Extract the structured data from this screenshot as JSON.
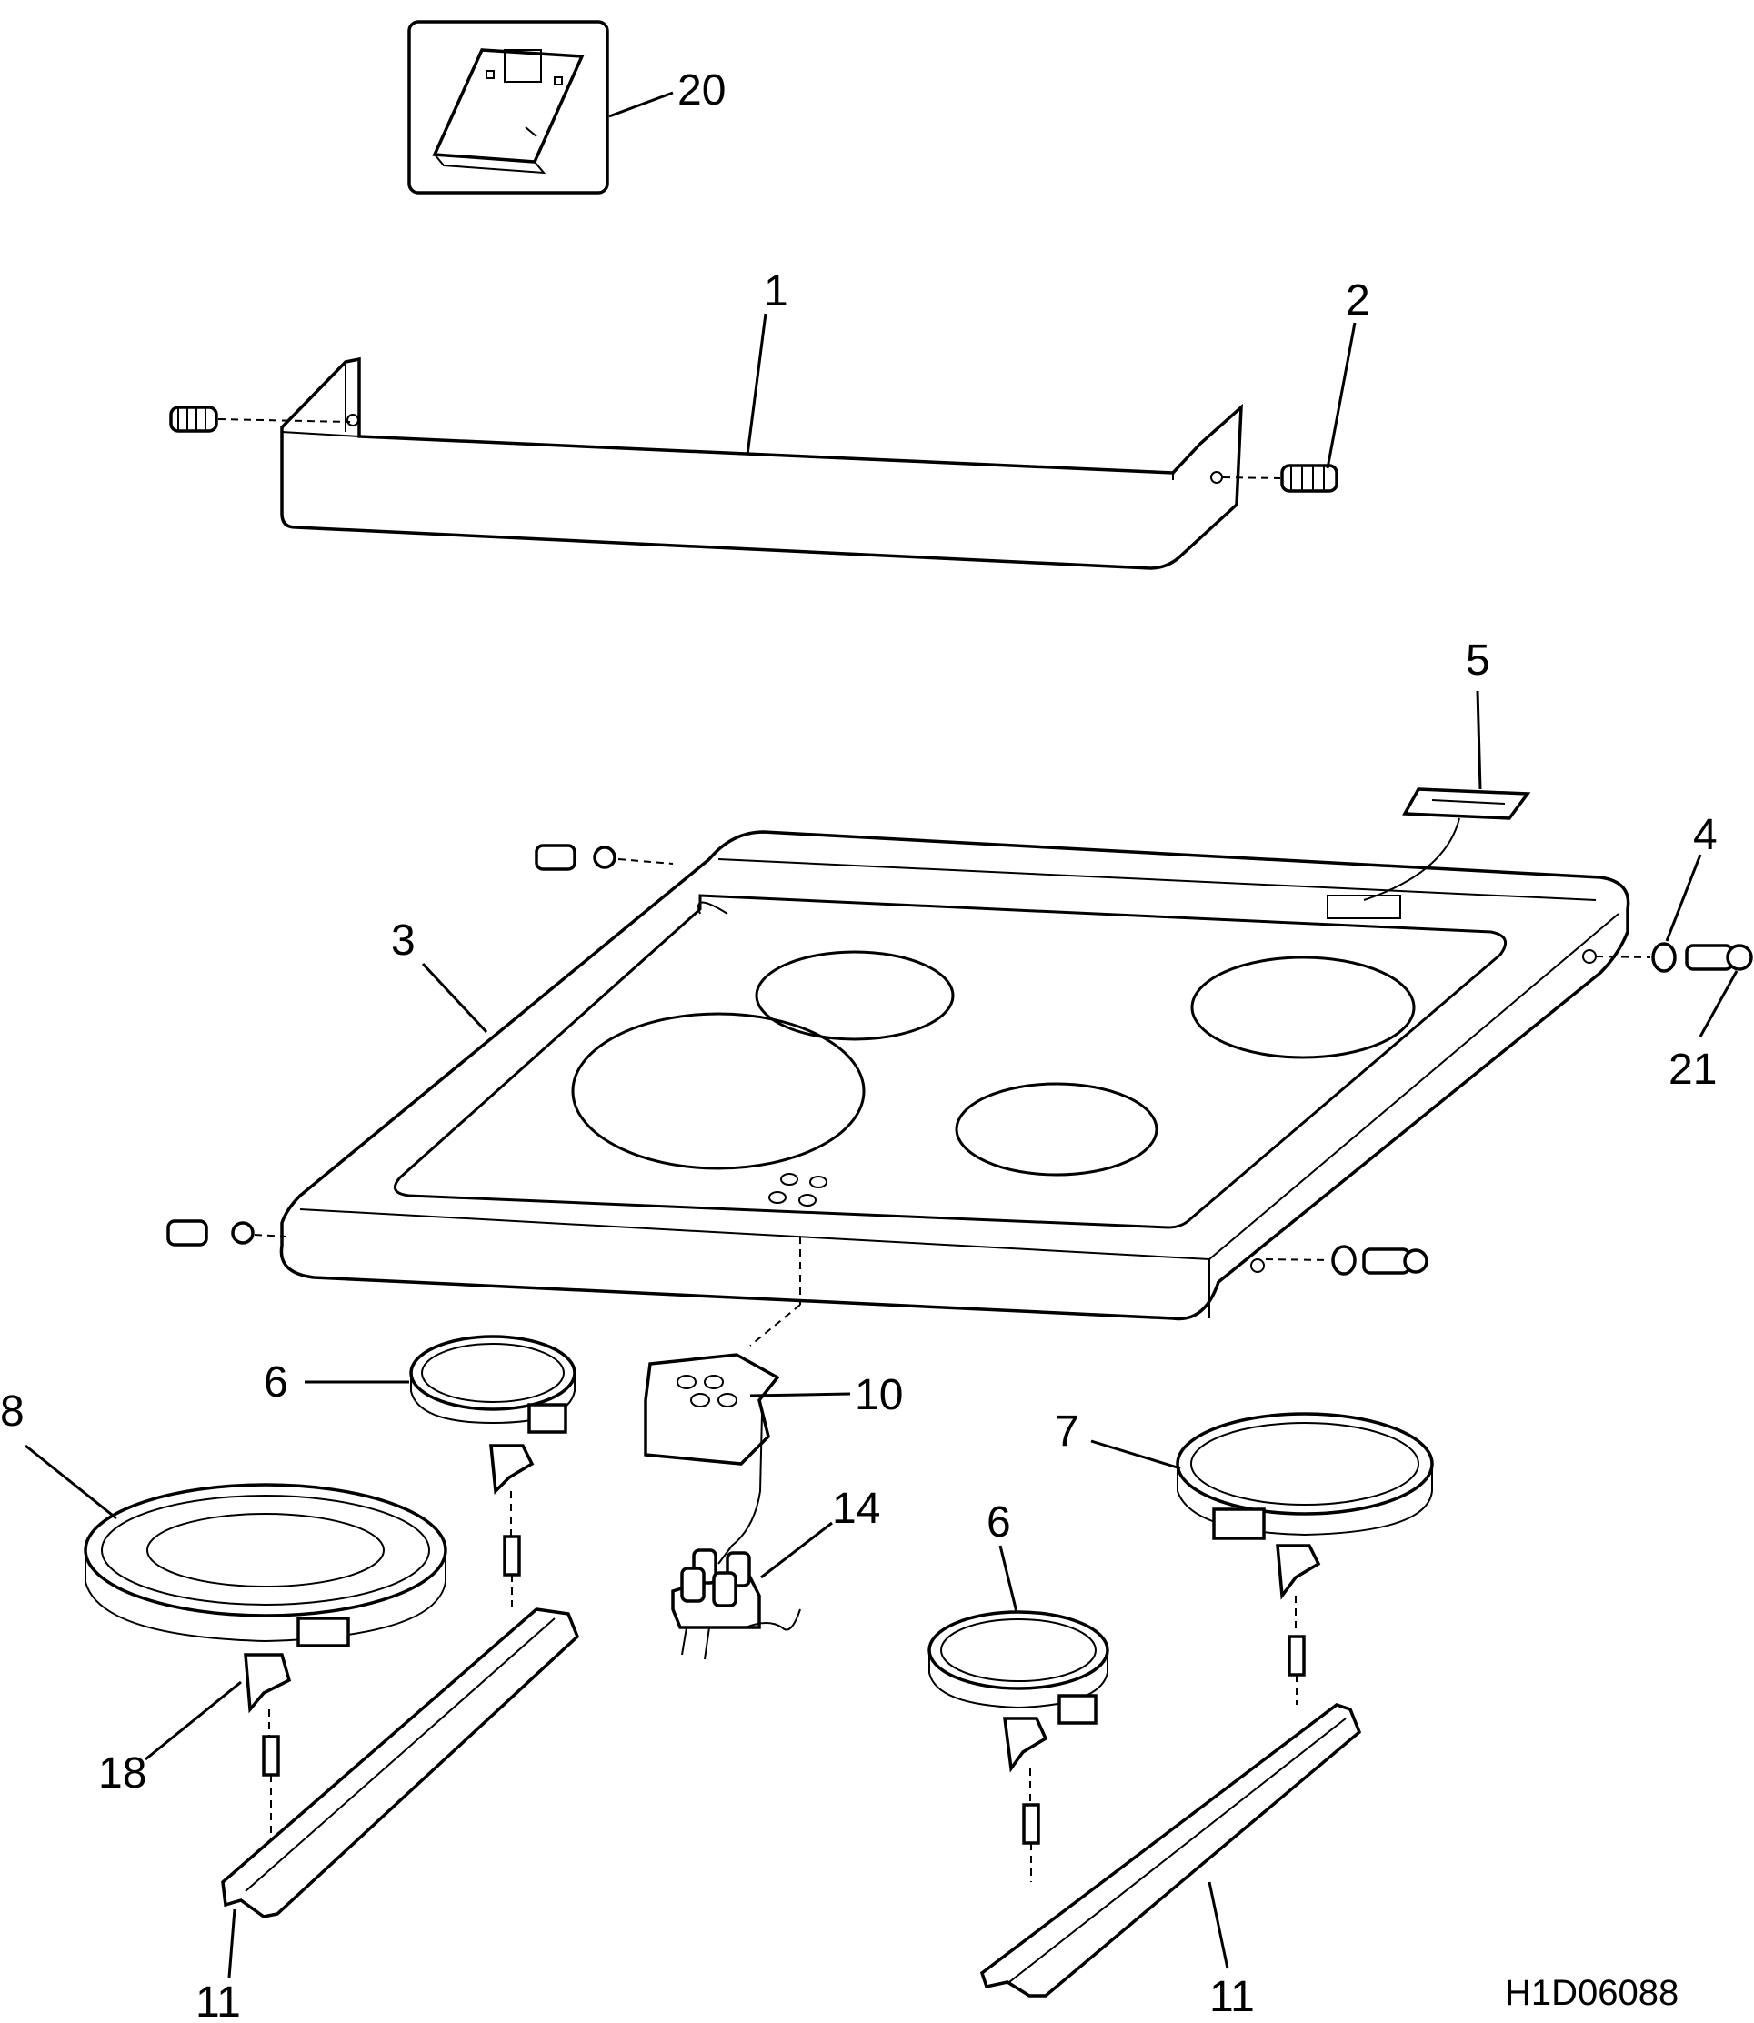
{
  "diagram_code": "H1D06088",
  "callouts": [
    {
      "id": "20",
      "text": "20"
    },
    {
      "id": "1",
      "text": "1"
    },
    {
      "id": "2",
      "text": "2"
    },
    {
      "id": "5",
      "text": "5"
    },
    {
      "id": "4",
      "text": "4"
    },
    {
      "id": "3",
      "text": "3"
    },
    {
      "id": "21",
      "text": "21"
    },
    {
      "id": "6a",
      "text": "6"
    },
    {
      "id": "8",
      "text": "8"
    },
    {
      "id": "10",
      "text": "10"
    },
    {
      "id": "7",
      "text": "7"
    },
    {
      "id": "14",
      "text": "14"
    },
    {
      "id": "6b",
      "text": "6"
    },
    {
      "id": "18",
      "text": "18"
    },
    {
      "id": "11a",
      "text": "11"
    },
    {
      "id": "11b",
      "text": "11"
    }
  ]
}
